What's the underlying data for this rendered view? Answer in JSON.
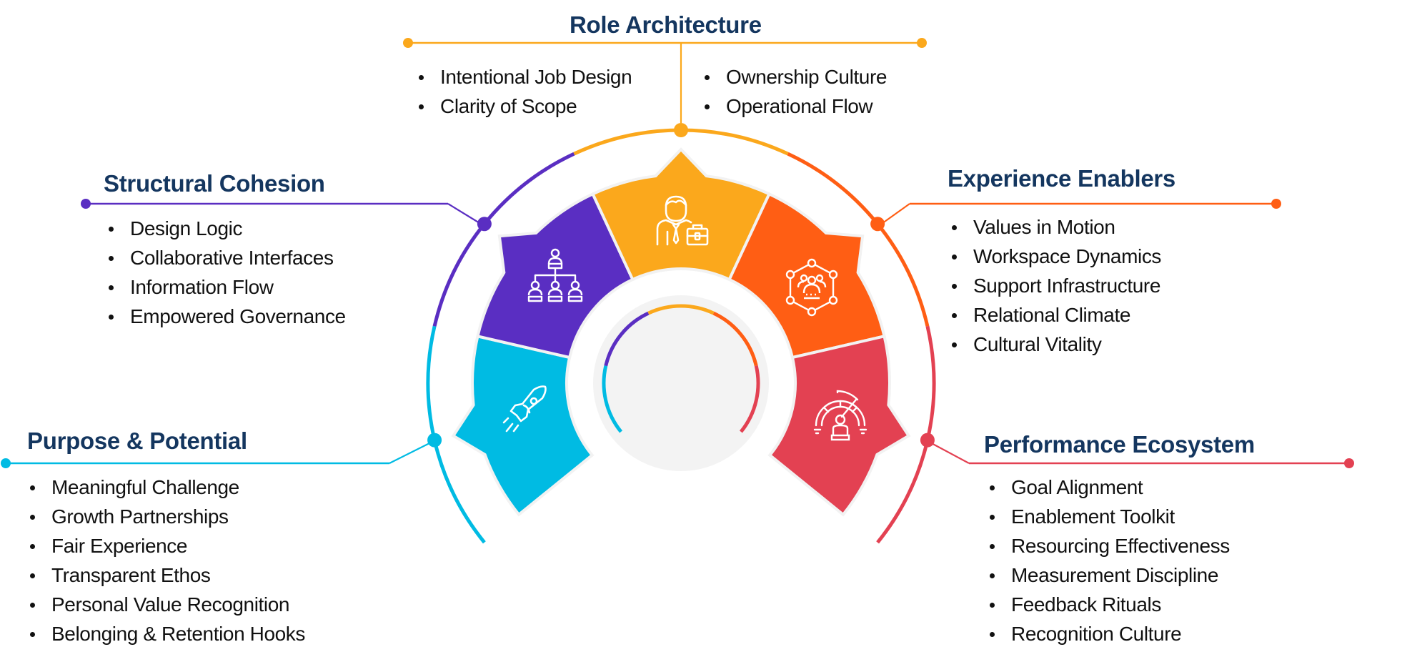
{
  "colors": {
    "title": "#14365f",
    "text": "#111111",
    "role": "#FBA81C",
    "structural": "#5A2EC2",
    "purpose": "#00BBE3",
    "experience": "#FF5E14",
    "performance": "#E34152",
    "inner_disc": "#F3F3F3",
    "divider": "#F2F2F2"
  },
  "segments": [
    {
      "id": "purpose",
      "title": "Purpose & Potential",
      "icon": "rocket-icon",
      "start_deg": 167,
      "end_deg": 219,
      "items": [
        "Meaningful Challenge",
        "Growth Partnerships",
        "Fair Experience",
        "Transparent Ethos",
        "Personal Value Recognition",
        "Belonging & Retention Hooks"
      ]
    },
    {
      "id": "structural",
      "title": "Structural Cohesion",
      "icon": "org-chart-icon",
      "start_deg": 115,
      "end_deg": 167,
      "items": [
        "Design Logic",
        "Collaborative Interfaces",
        "Information Flow",
        "Empowered Governance"
      ]
    },
    {
      "id": "role",
      "title": "Role Architecture",
      "icon": "businessperson-briefcase-icon",
      "start_deg": 65,
      "end_deg": 115,
      "items_left": [
        "Intentional Job Design",
        "Clarity of Scope"
      ],
      "items_right": [
        "Ownership Culture",
        "Operational Flow"
      ]
    },
    {
      "id": "experience",
      "title": "Experience Enablers",
      "icon": "team-network-icon",
      "start_deg": 13,
      "end_deg": 65,
      "items": [
        "Values in Motion",
        "Workspace Dynamics",
        "Support Infrastructure",
        "Relational Climate",
        "Cultural Vitality"
      ]
    },
    {
      "id": "performance",
      "title": "Performance Ecosystem",
      "icon": "performance-gauge-icon",
      "start_deg": -39,
      "end_deg": 13,
      "items": [
        "Goal Alignment",
        "Enablement Toolkit",
        "Resourcing Effectiveness",
        "Measurement Discipline",
        "Feedback Rituals",
        "Recognition Culture"
      ]
    }
  ]
}
